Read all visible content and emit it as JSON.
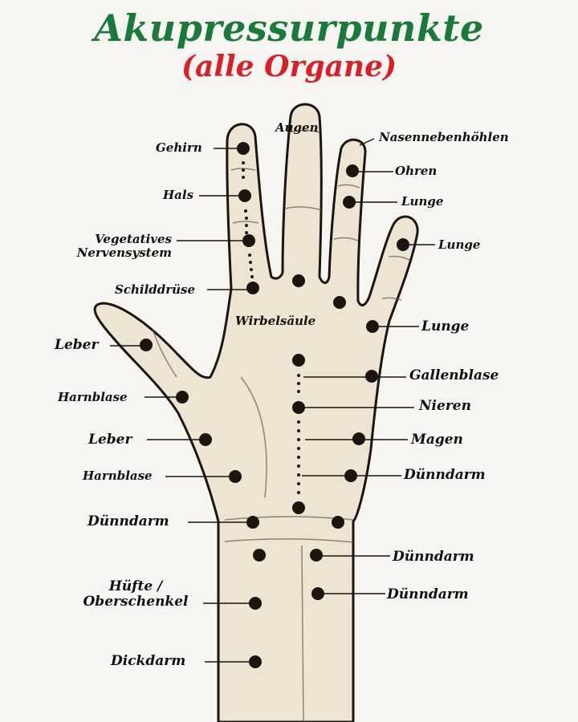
{
  "header": {
    "title": "Akupressurpunkte",
    "subtitle": "(alle Organe)",
    "title_color": "#1a7a3a",
    "subtitle_color": "#d92026"
  },
  "diagram": {
    "subject": "right palm with acupressure points",
    "skin_color": "#ede4d2",
    "outline_color": "#1b1410",
    "point_color": "#1b1410",
    "labels": {
      "gehirn": "Gehirn",
      "hals": "Hals",
      "vegetatives_1": "Vegetatives",
      "vegetatives_2": "Nervensystem",
      "schilddruese": "Schilddrüse",
      "augen": "Augen",
      "nasennebenhoehlen": "Nasennebenhöhlen",
      "ohren": "Ohren",
      "lunge_ring": "Lunge",
      "lunge_pinky": "Lunge",
      "lunge_palm": "Lunge",
      "wirbelsaeule": "Wirbelsäule",
      "leber_thumb": "Leber",
      "harnblase_thumb": "Harnblase",
      "leber_palm": "Leber",
      "harnblase_palm": "Harnblase",
      "duenndarm_left_wrist": "Dünndarm",
      "gallenblase": "Gallenblase",
      "nieren": "Nieren",
      "magen": "Magen",
      "duenndarm_right_palm": "Dünndarm",
      "duenndarm_wrist_1": "Dünndarm",
      "duenndarm_wrist_2": "Dünndarm",
      "huefte_1": "Hüfte /",
      "huefte_2": "Oberschenkel",
      "dickdarm": "Dickdarm"
    }
  }
}
